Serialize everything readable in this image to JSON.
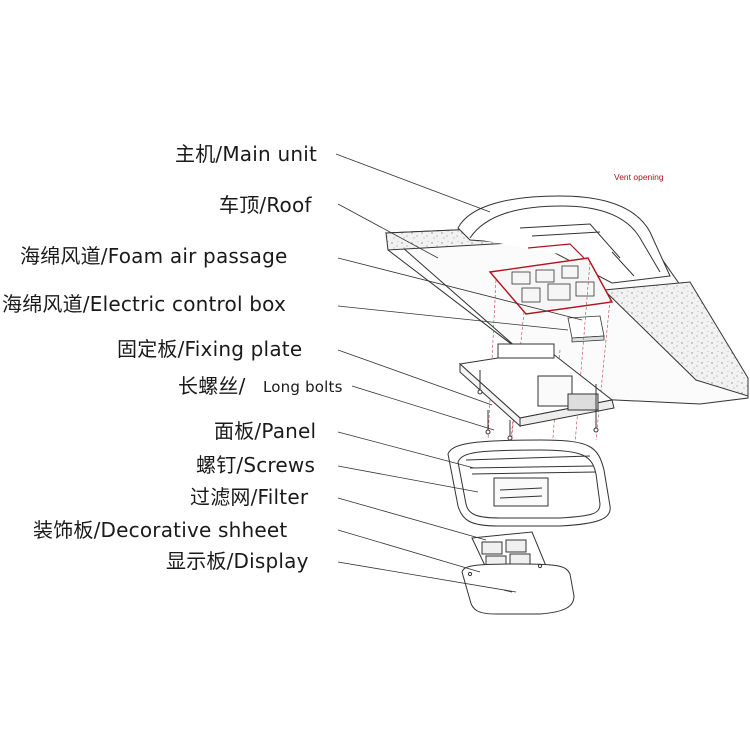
{
  "callouts": {
    "vent_opening": "Vent opening"
  },
  "labels": [
    {
      "id": "main-unit",
      "text": "主机/Main unit"
    },
    {
      "id": "roof",
      "text": "车顶/Roof"
    },
    {
      "id": "foam-air-passage",
      "text": "海绵风道/Foam air passage"
    },
    {
      "id": "electric-control-box",
      "text": "海绵风道/Electric control box"
    },
    {
      "id": "fixing-plate",
      "text": "固定板/Fixing plate"
    },
    {
      "id": "long-bolts-cn",
      "text": "长螺丝/"
    },
    {
      "id": "long-bolts-en",
      "text": "Long bolts"
    },
    {
      "id": "panel",
      "text": "面板/Panel"
    },
    {
      "id": "screws",
      "text": "螺钉/Screws"
    },
    {
      "id": "filter",
      "text": "过滤网/Filter"
    },
    {
      "id": "decorative-sheet",
      "text": "装饰板/Decorative shheet"
    },
    {
      "id": "display",
      "text": "显示板/Display"
    }
  ],
  "colors": {
    "line": "#333333",
    "accent_red": "#b0121f",
    "text": "#1a1a1a"
  }
}
